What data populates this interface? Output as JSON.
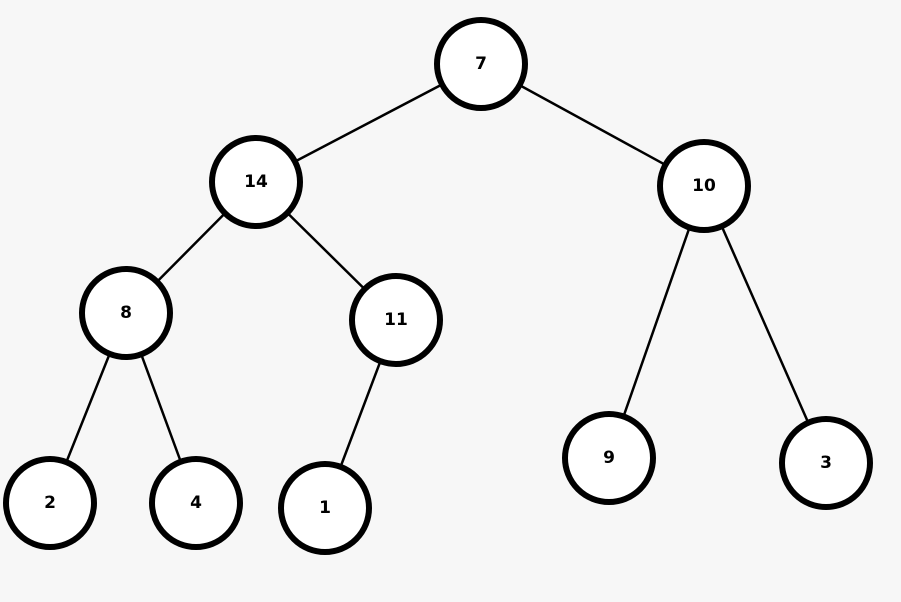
{
  "tree": {
    "nodes": [
      {
        "id": "n7",
        "label": "7"
      },
      {
        "id": "n14",
        "label": "14"
      },
      {
        "id": "n10",
        "label": "10"
      },
      {
        "id": "n8",
        "label": "8"
      },
      {
        "id": "n11",
        "label": "11"
      },
      {
        "id": "n9",
        "label": "9"
      },
      {
        "id": "n3",
        "label": "3"
      },
      {
        "id": "n2",
        "label": "2"
      },
      {
        "id": "n4",
        "label": "4"
      },
      {
        "id": "n1",
        "label": "1"
      }
    ],
    "edges": [
      {
        "from": "n7",
        "to": "n14"
      },
      {
        "from": "n7",
        "to": "n10"
      },
      {
        "from": "n14",
        "to": "n8"
      },
      {
        "from": "n14",
        "to": "n11"
      },
      {
        "from": "n10",
        "to": "n9"
      },
      {
        "from": "n10",
        "to": "n3"
      },
      {
        "from": "n8",
        "to": "n2"
      },
      {
        "from": "n8",
        "to": "n4"
      },
      {
        "from": "n11",
        "to": "n1"
      }
    ]
  }
}
